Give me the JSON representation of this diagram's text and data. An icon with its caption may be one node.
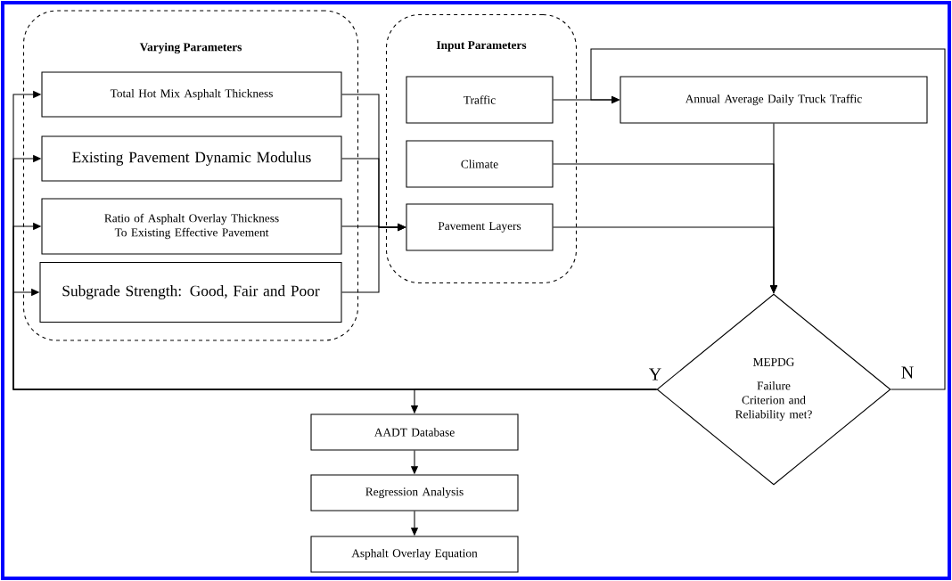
{
  "diagram": {
    "nodes": [
      {
        "text": [
          "Varying Parameters"
        ]
      },
      {
        "text": [
          "Total Hot Mix Asphalt Thickness"
        ],
        "in": 0
      },
      {
        "text": [
          "Existing Pavement Dynamic Modulus"
        ],
        "in": 0
      },
      {
        "text": [
          "Ratio of Asphalt Overlay Thickness To Existing Effective Pavement"
        ],
        "in": 0
      },
      {
        "text": [
          "Subgrade Strength: Good, Fair and Poor"
        ],
        "in": 0
      },
      {
        "text": [
          "Input Parameters"
        ]
      },
      {
        "text": [
          "Traffic"
        ],
        "in": 5
      },
      {
        "text": [
          "Climate"
        ],
        "in": 5
      },
      {
        "text": [
          "Pavement Layers"
        ],
        "in": 5
      },
      {
        "text": [
          "Annual Average Daily Truck Traffic"
        ]
      },
      {
        "text": [
          "MEPDG",
          "Failure Criterion and Reliability met?"
        ]
      },
      {
        "text": [
          "AADT Database"
        ]
      },
      {
        "text": [
          "Regression Analysis"
        ]
      },
      {
        "text": [
          "Asphalt Overlay Equation"
        ]
      }
    ],
    "edges": [
      {
        "from": 1,
        "to": 8,
        "arrow": "to"
      },
      {
        "from": 2,
        "to": 8,
        "arrow": "to"
      },
      {
        "from": 3,
        "to": 8,
        "arrow": "to"
      },
      {
        "from": 4,
        "to": 8,
        "arrow": "to"
      },
      {
        "from": 6,
        "to": 9,
        "arrow": "to"
      },
      {
        "from": 7,
        "to": 10,
        "arrow": "to"
      },
      {
        "from": 8,
        "to": 10,
        "arrow": "to"
      },
      {
        "from": 9,
        "to": 10,
        "arrow": "to"
      },
      {
        "from": 10,
        "to": 9,
        "arrow": "to",
        "label": "N"
      },
      {
        "from": 10,
        "to": 11,
        "arrow": "to",
        "label": "Y"
      },
      {
        "from": 10,
        "to": 1,
        "arrow": "to"
      },
      {
        "from": 10,
        "to": 2,
        "arrow": "to"
      },
      {
        "from": 10,
        "to": 3,
        "arrow": "to"
      },
      {
        "from": 10,
        "to": 4,
        "arrow": "to"
      },
      {
        "from": 11,
        "to": 12,
        "arrow": "to"
      },
      {
        "from": 12,
        "to": 13,
        "arrow": "to"
      }
    ]
  }
}
